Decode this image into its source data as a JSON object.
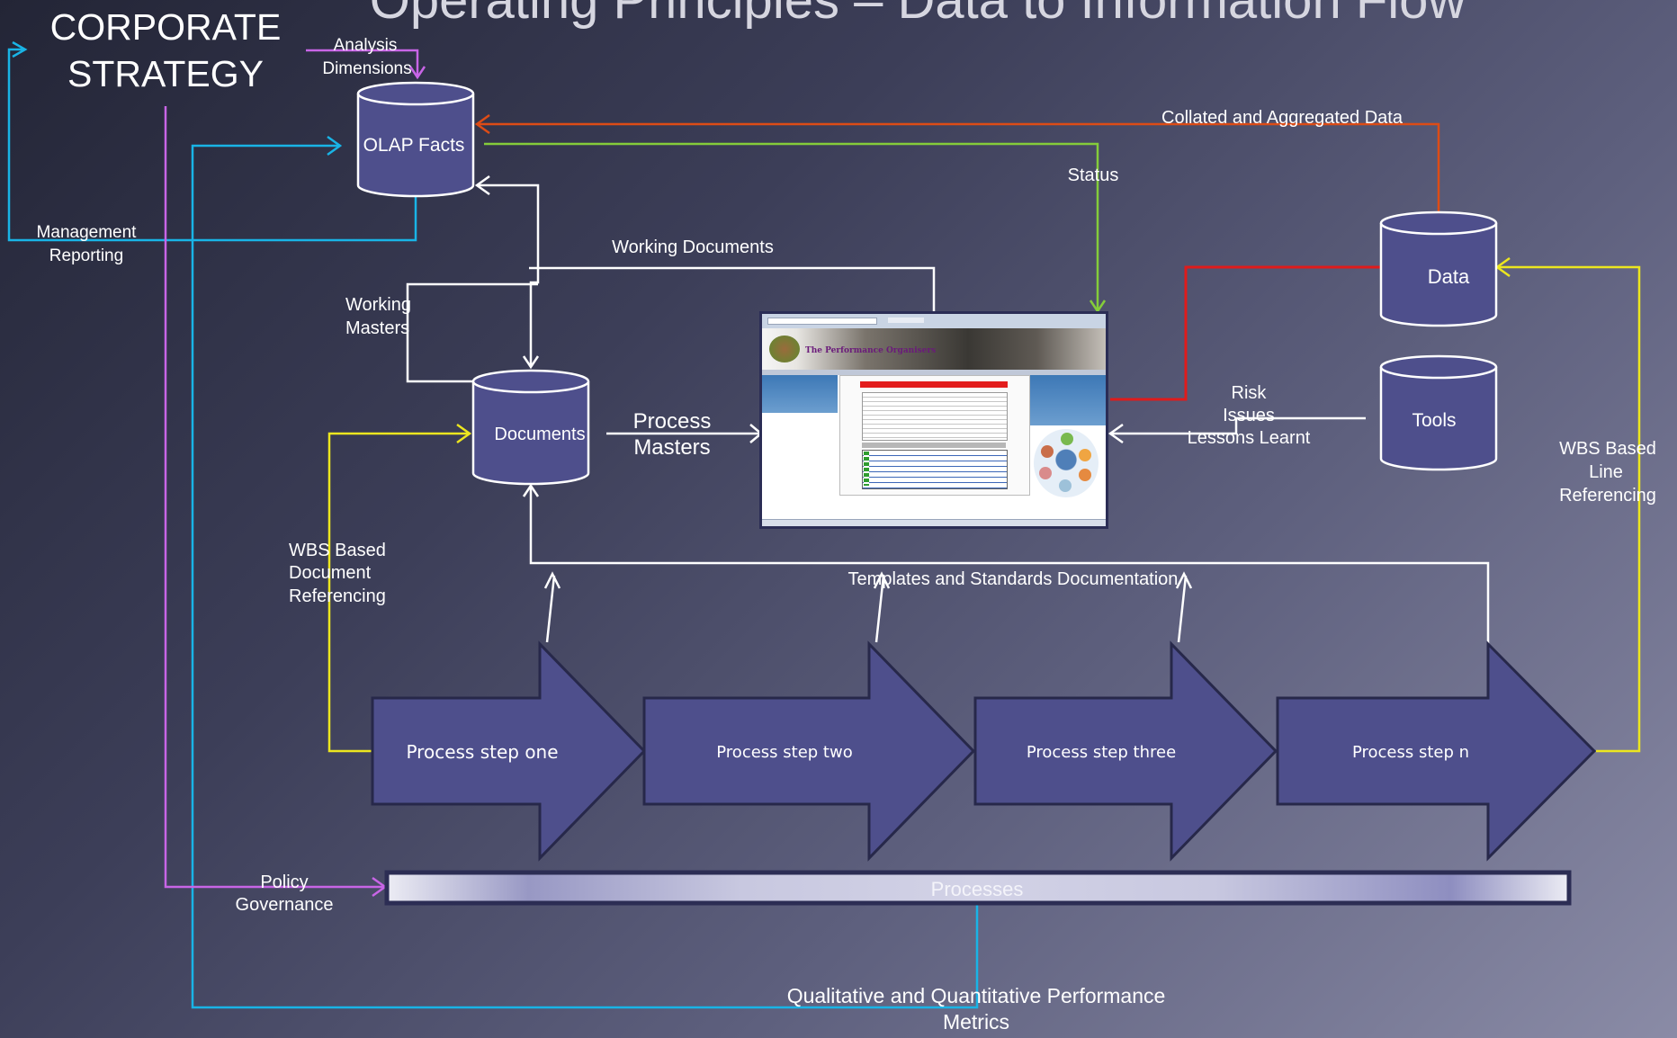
{
  "title": "Operating Principles – Data to Information Flow",
  "corporate_strategy": [
    "CORPORATE",
    "STRATEGY"
  ],
  "labels": {
    "analysis_dimensions": [
      "Analysis",
      "Dimensions"
    ],
    "management_reporting": [
      "Management",
      "Reporting"
    ],
    "collated_aggregated": "Collated and Aggregated Data",
    "status": "Status",
    "working_documents": "Working Documents",
    "working_masters": [
      "Working",
      "Masters"
    ],
    "process_masters": [
      "Process",
      "Masters"
    ],
    "risk_issues_lessons": [
      "Risk",
      "Issues",
      "Lessons Learnt"
    ],
    "wbs_line_ref": [
      "WBS Based",
      "Line",
      "Referencing"
    ],
    "wbs_doc_ref": [
      "WBS Based",
      "Document",
      "Referencing"
    ],
    "templates_standards": "Templates and Standards Documentation",
    "policy_governance": [
      "Policy",
      "Governance"
    ],
    "qual_quant_metrics": [
      "Qualitative and Quantitative Performance",
      "Metrics"
    ]
  },
  "databases": {
    "olap": "OLAP Facts",
    "documents": "Documents",
    "data": "Data",
    "tools": "Tools"
  },
  "process_steps": [
    "Process step one",
    "Process step two",
    "Process step three",
    "Process step n"
  ],
  "processes_bar": "Processes",
  "screenshot": {
    "header": "The Performance Organisers"
  },
  "colors": {
    "cyan": "#19b4e6",
    "purple": "#c865e6",
    "orange": "#dd4c16",
    "green": "#84cc3a",
    "red": "#e01b1b",
    "yellow": "#ece61f",
    "white": "#ffffff",
    "shape_fill": "#4e4f8c",
    "shape_stroke": "#27284a"
  }
}
